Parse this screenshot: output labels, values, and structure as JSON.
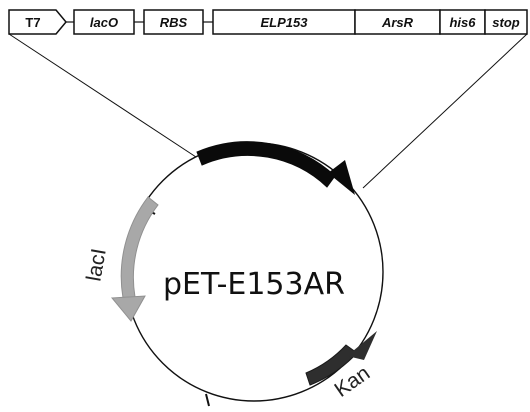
{
  "plasmid": {
    "name": "pET-E153AR"
  },
  "cassette": {
    "segments": [
      {
        "id": "t7",
        "label": "T7"
      },
      {
        "id": "laco",
        "label": "lacO"
      },
      {
        "id": "rbs",
        "label": "RBS"
      },
      {
        "id": "elp153",
        "label": "ELP153"
      },
      {
        "id": "arsr",
        "label": "ArsR"
      },
      {
        "id": "his6",
        "label": "his6"
      },
      {
        "id": "stop",
        "label": "stop"
      }
    ]
  },
  "features": {
    "laci": {
      "label": "lacI"
    },
    "kan": {
      "label": "Kan"
    },
    "insert": {
      "label": ""
    }
  },
  "colors": {
    "line": "#111111",
    "insert_arrow": "#0a0a0a",
    "laci_arrow": "#a8a8a8",
    "kan_arrow": "#2e2e2e",
    "background": "#ffffff"
  }
}
